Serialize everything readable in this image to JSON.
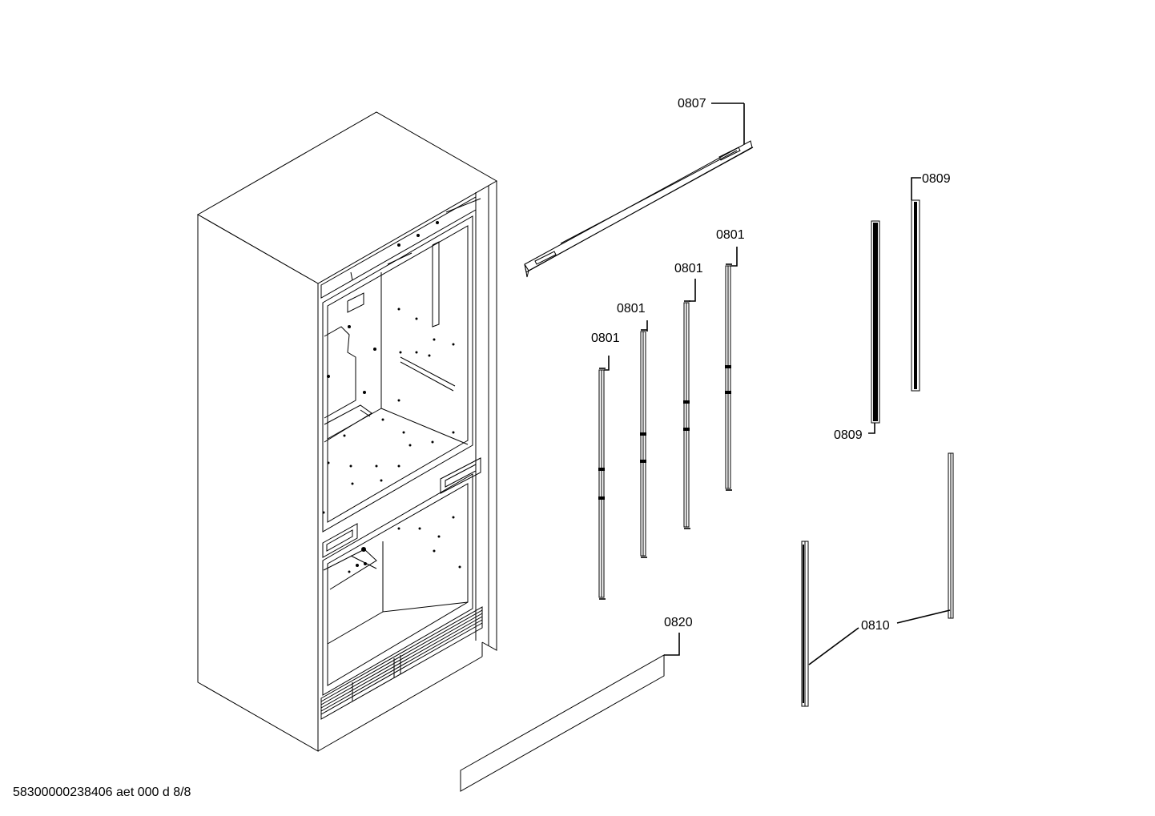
{
  "labels": {
    "part_0807": "0807",
    "part_0809_top": "0809",
    "part_0809_bottom": "0809",
    "part_0801_a": "0801",
    "part_0801_b": "0801",
    "part_0801_c": "0801",
    "part_0801_d": "0801",
    "part_0820": "0820",
    "part_0810": "0810"
  },
  "footer": {
    "document_code": "58300000238406 aet 000 d 8/8"
  },
  "colors": {
    "line": "#000000",
    "background": "#ffffff"
  }
}
